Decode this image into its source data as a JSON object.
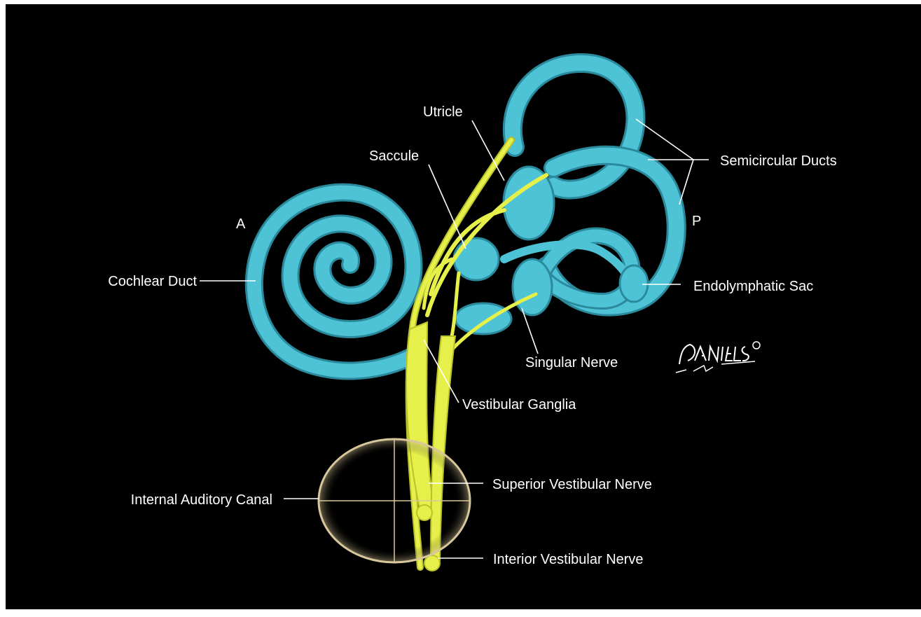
{
  "labels": {
    "utricle": "Utricle",
    "saccule": "Saccule",
    "semicircular_ducts": "Semicircular Ducts",
    "anterior": "A",
    "posterior": "P",
    "cochlear_duct": "Cochlear Duct",
    "endolymphatic_sac": "Endolymphatic Sac",
    "singular_nerve": "Singular Nerve",
    "vestibular_ganglia": "Vestibular Ganglia",
    "internal_auditory_canal": "Internal Auditory Canal",
    "superior_vestibular_nerve": "Superior Vestibular Nerve",
    "inferior_vestibular_nerve": "Interior Vestibular Nerve"
  },
  "signature": "DANIELS © M.D.",
  "colors": {
    "background": "#000000",
    "labyrinth": "#4fc3d6",
    "labyrinth_shadow": "#2a8a9c",
    "nerve": "#e6f04a",
    "canal": "#d8c79a",
    "text": "#ffffff"
  }
}
